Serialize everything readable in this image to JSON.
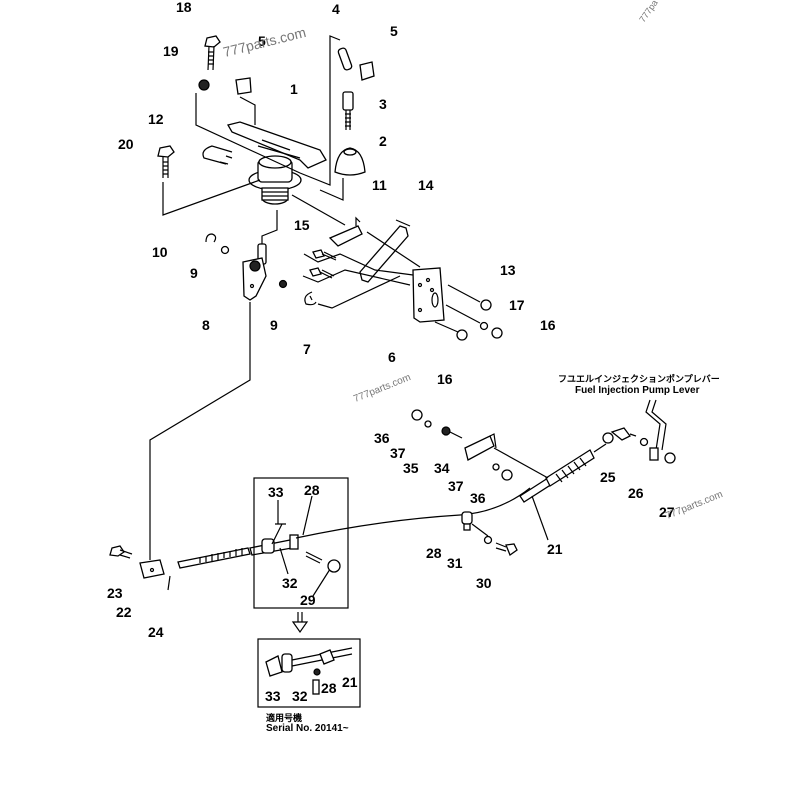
{
  "diagram": {
    "title_jp": "フユエルインジェクションポンプレバー",
    "title_en": "Fuel Injection Pump Lever",
    "serial_jp": "適用号機",
    "serial_en": "Serial No. 20141~",
    "watermarks": [
      "777parts.com",
      "777parts.com",
      "777parts.com",
      "777pa"
    ],
    "callouts": {
      "p1": "1",
      "p2": "2",
      "p3": "3",
      "p4": "4",
      "p5a": "5",
      "p5b": "5",
      "p6": "6",
      "p7": "7",
      "p8": "8",
      "p9a": "9",
      "p9b": "9",
      "p10": "10",
      "p11": "11",
      "p12": "12",
      "p13": "13",
      "p14": "14",
      "p15": "15",
      "p16a": "16",
      "p16b": "16",
      "p17": "17",
      "p18": "18",
      "p19": "19",
      "p20": "20",
      "p21a": "21",
      "p21b": "21",
      "p22": "22",
      "p23": "23",
      "p24": "24",
      "p25": "25",
      "p26": "26",
      "p27": "27",
      "p28a": "28",
      "p28b": "28",
      "p28c": "28",
      "p29": "29",
      "p30": "30",
      "p31": "31",
      "p32a": "32",
      "p32b": "32",
      "p33a": "33",
      "p33b": "33",
      "p34": "34",
      "p35": "35",
      "p36a": "36",
      "p36b": "36",
      "p37a": "37",
      "p37b": "37"
    }
  }
}
